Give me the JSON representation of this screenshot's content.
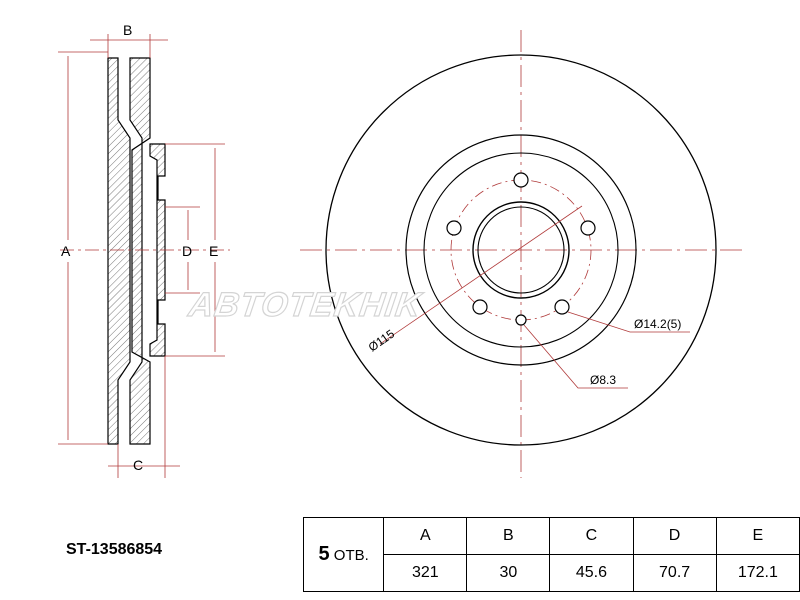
{
  "dimension_labels": {
    "a": "A",
    "b": "B",
    "c": "C",
    "d": "D",
    "e": "E"
  },
  "callouts": {
    "pcd": "Ø115",
    "bolt_hole": "Ø14.2(5)",
    "small_hole": "Ø8.3"
  },
  "watermark": "ABTOTEKHIK",
  "part_number": "ST-13586854",
  "spec_table": {
    "qty_number": "5",
    "qty_suffix": "ОТВ.",
    "headers": [
      "A",
      "B",
      "C",
      "D",
      "E"
    ],
    "values": [
      "321",
      "30",
      "45.6",
      "70.7",
      "172.1"
    ]
  },
  "colors": {
    "line": "#000000",
    "dimension": "#b03a3a",
    "hatch": "#555555"
  }
}
